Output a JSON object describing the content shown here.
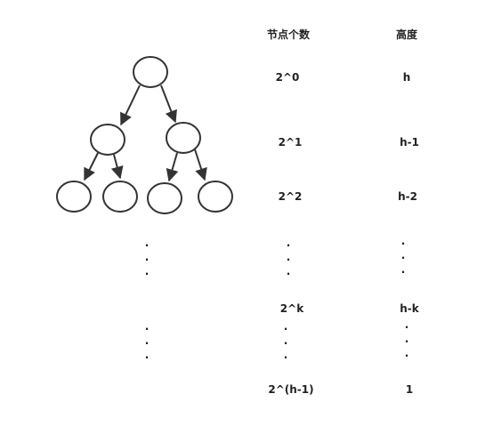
{
  "headers": {
    "node_count": "节点个数",
    "height": "高度"
  },
  "rows": [
    {
      "count": "2^0",
      "height": "h"
    },
    {
      "count": "2^1",
      "height": "h-1"
    },
    {
      "count": "2^2",
      "height": "h-2"
    },
    {
      "count": "2^k",
      "height": "h-k"
    },
    {
      "count": "2^(h-1)",
      "height": "1"
    }
  ],
  "ellipsis": "·\n·\n·",
  "colors": {
    "stroke": "#333333",
    "text": "#222222"
  }
}
